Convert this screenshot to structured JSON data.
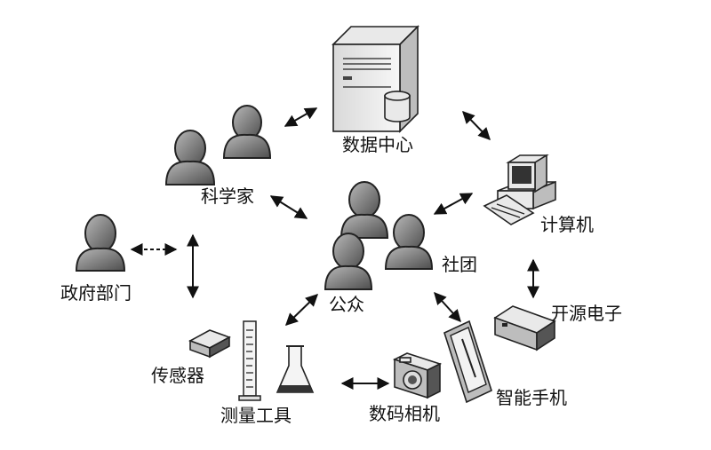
{
  "nodes": {
    "data_center": "数据中心",
    "scientists": "科学家",
    "government": "政府部门",
    "public": "公众",
    "community": "社团",
    "computer": "计算机",
    "open_source": "开源电子",
    "smartphone": "智能手机",
    "camera": "数码相机",
    "measuring_tools": "测量工具",
    "sensor": "传感器"
  },
  "colors": {
    "person_light": "#b5b5b5",
    "person_dark": "#5a5a5a",
    "outline": "#222222",
    "arrow": "#111111"
  }
}
